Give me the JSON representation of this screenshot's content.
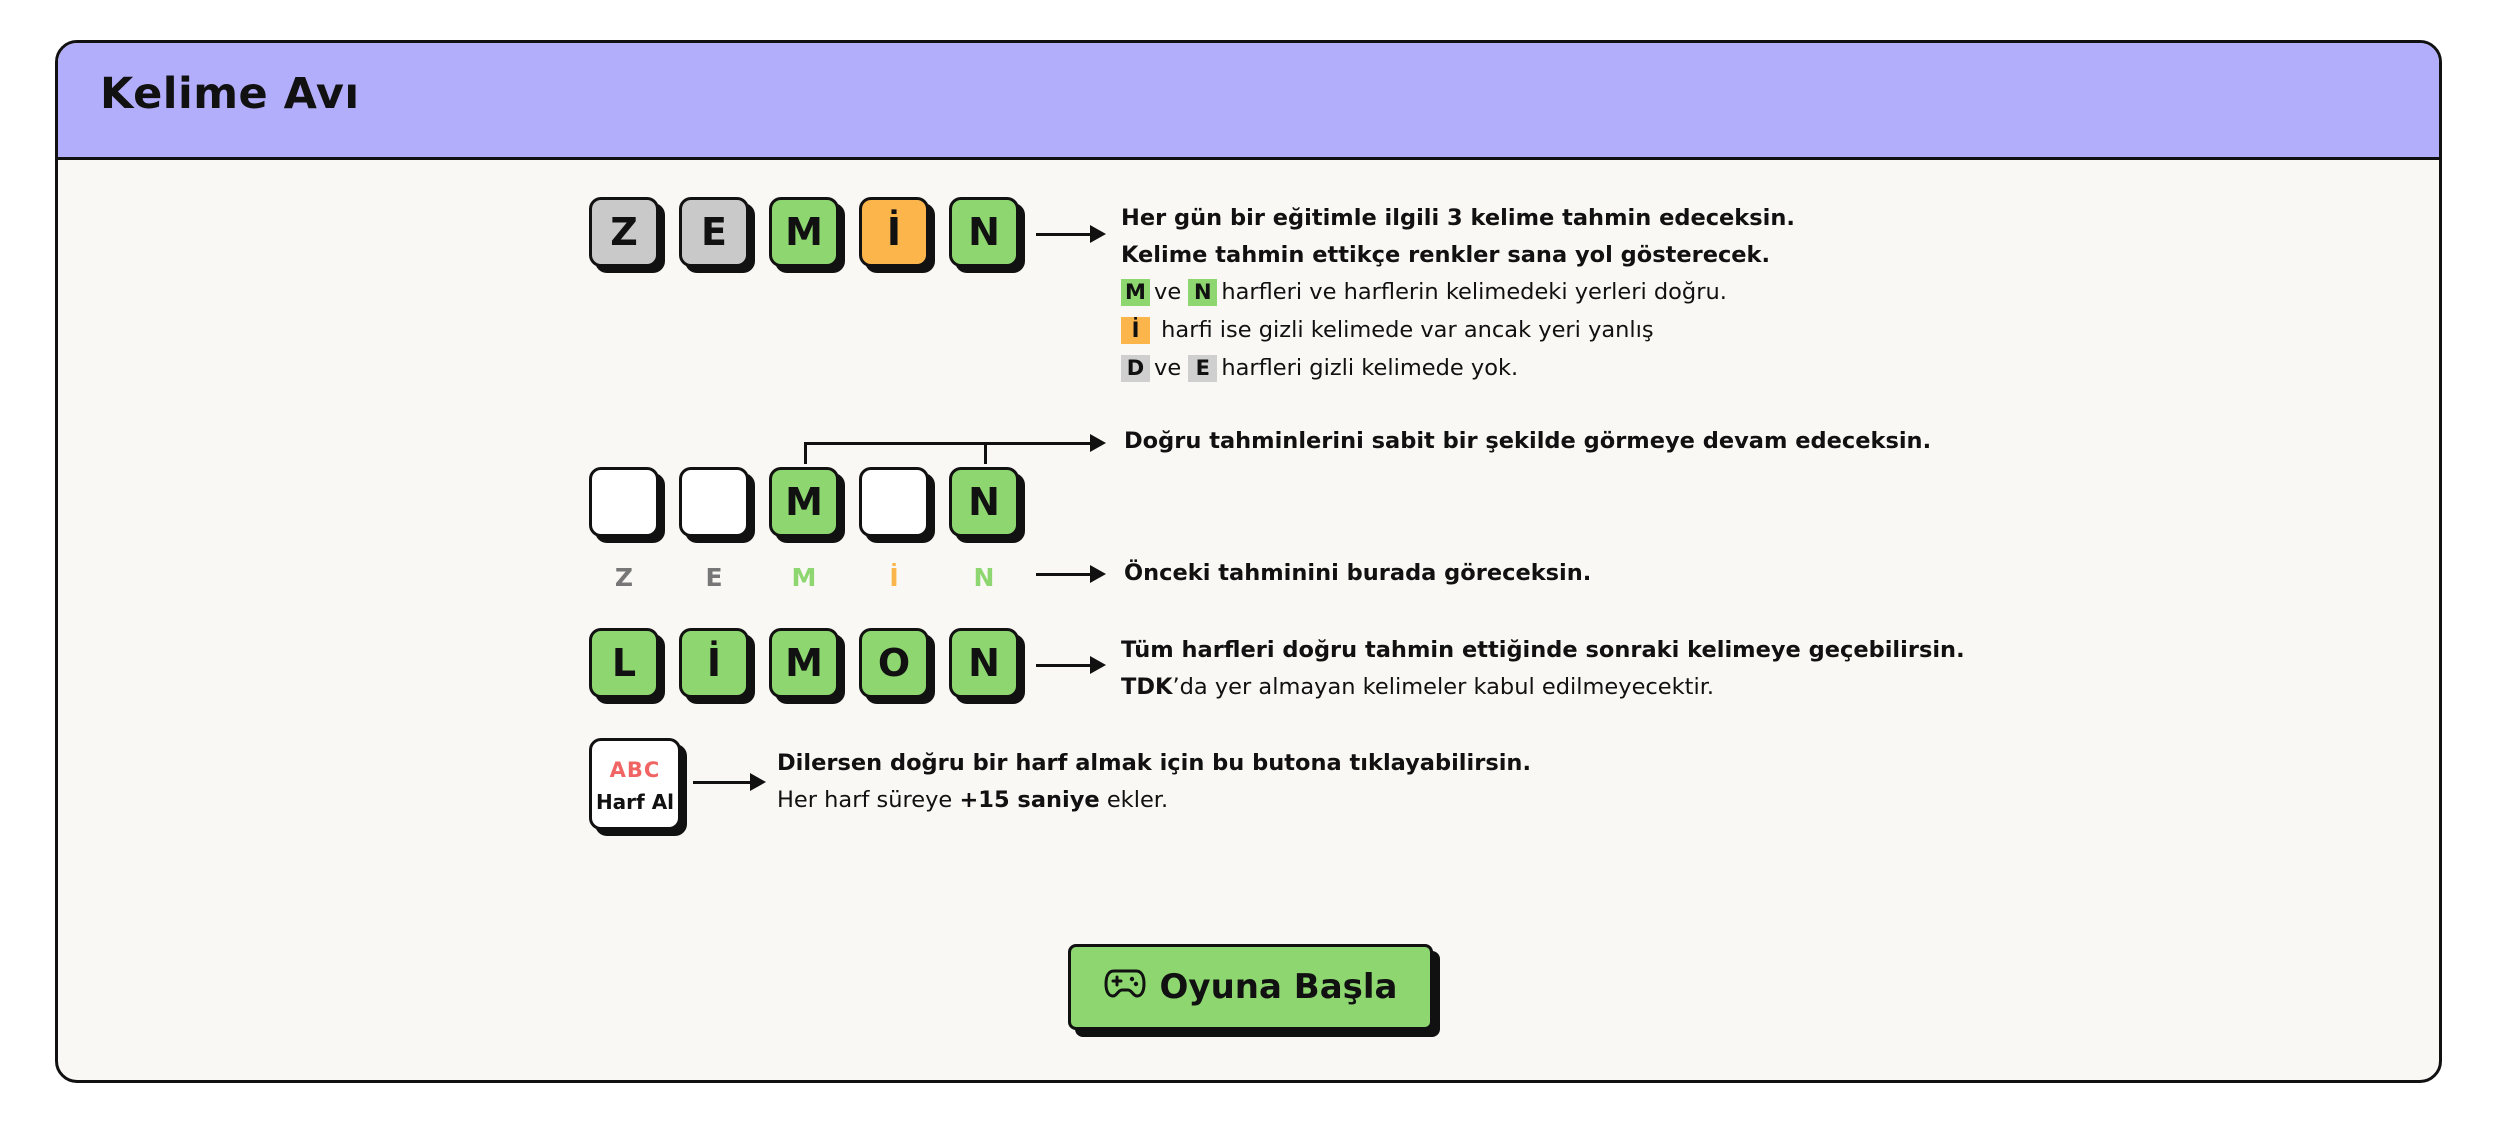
{
  "header": {
    "title": "Kelime Avı"
  },
  "row1": {
    "tiles": [
      {
        "letter": "Z",
        "state": "gray"
      },
      {
        "letter": "E",
        "state": "gray"
      },
      {
        "letter": "M",
        "state": "green"
      },
      {
        "letter": "İ",
        "state": "orange"
      },
      {
        "letter": "N",
        "state": "green"
      }
    ],
    "line1": "Her gün bir eğitimle ilgili 3 kelime tahmin edeceksin.",
    "line2": "Kelime tahmin ettikçe renkler sana yol gösterecek.",
    "chip_m": "M",
    "ve1": "ve",
    "chip_n": "N",
    "line3_rest": "harfleri ve harflerin kelimedeki yerleri doğru.",
    "chip_i": "İ",
    "line4_rest": "harfi ise gizli kelimede var ancak yeri yanlış",
    "chip_d": "D",
    "ve2": "ve",
    "chip_e": "E",
    "line5_rest": "harfleri gizli kelimede yok."
  },
  "row2": {
    "note": "Doğru tahminlerini sabit bir şekilde görmeye devam edeceksin.",
    "tiles": [
      {
        "letter": "",
        "state": "white"
      },
      {
        "letter": "",
        "state": "white"
      },
      {
        "letter": "M",
        "state": "green"
      },
      {
        "letter": "",
        "state": "white"
      },
      {
        "letter": "N",
        "state": "green"
      }
    ],
    "previous": [
      "Z",
      "E",
      "M",
      "İ",
      "N"
    ],
    "previous_note": "Önceki tahminini burada göreceksin."
  },
  "row3": {
    "tiles": [
      {
        "letter": "L",
        "state": "green"
      },
      {
        "letter": "İ",
        "state": "green"
      },
      {
        "letter": "M",
        "state": "green"
      },
      {
        "letter": "O",
        "state": "green"
      },
      {
        "letter": "N",
        "state": "green"
      }
    ],
    "line1": "Tüm harfleri doğru tahmin ettiğinde sonraki kelimeye geçebilirsin.",
    "line2_bold": "TDK",
    "line2_rest": "’da yer almayan kelimeler kabul edilmeyecektir."
  },
  "hint": {
    "abc": "ABC",
    "button_label": "Harf Al",
    "line1": "Dilersen doğru bir harf almak için bu butona tıklayabilirsin.",
    "line2_pre": "Her harf süreye",
    "line2_bold": "+15 saniye",
    "line2_post": "ekler."
  },
  "start_button": {
    "label": "Oyuna Başla",
    "icon": "gamepad-icon"
  },
  "colors": {
    "header": "#b3aefb",
    "green": "#8ed670",
    "orange": "#fbb54a",
    "gray": "#c9c9c9",
    "hint_red": "#f06464",
    "prev_gray": "#777777"
  }
}
